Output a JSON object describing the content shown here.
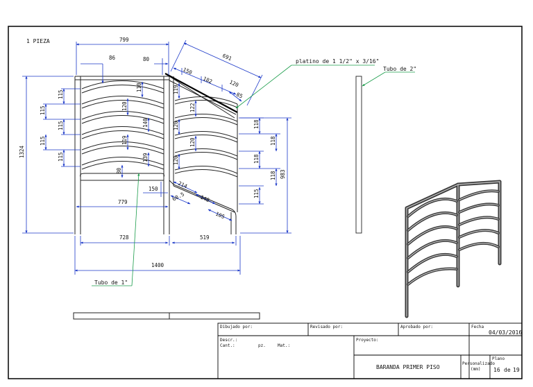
{
  "drawing": {
    "quantity_label": "1 PIEZA",
    "dims": {
      "d799": "799",
      "d691": "691",
      "d86": "86",
      "d80a": "80",
      "d150a": "150",
      "d182": "182",
      "d120a": "120",
      "d85": "85",
      "d115_1": "115",
      "d115_2": "115",
      "d115_3": "115",
      "d115_4": "115",
      "d115_5": "115",
      "d110a": "110",
      "d120b": "120",
      "d140a": "140",
      "d119a": "119",
      "d139": "139",
      "d80b": "80",
      "d119b": "119",
      "d122": "122",
      "d120c": "120",
      "d120d": "120",
      "d120e": "120",
      "d118a": "118",
      "d118b": "118",
      "d118c": "118",
      "d118d": "118",
      "d115r": "115",
      "d1324": "1324",
      "d983": "983",
      "d150b": "150",
      "d779": "779",
      "d214": "214",
      "d605": "60.5",
      "d140b": "140",
      "d105": "105",
      "d728": "728",
      "d519": "519",
      "d1400": "1400"
    },
    "callouts": {
      "platino": "platino de 1 1/2\" x 3/16\"",
      "tubo2": "Tubo de 2\"",
      "tubo1": "Tubo de 1\""
    }
  },
  "title_block": {
    "dibujado_label": "Dibujado por:",
    "revisado_label": "Revisado por:",
    "aprobado_label": "Aprobado por:",
    "fecha_label": "Fecha",
    "fecha_value": "04/03/2016",
    "descr_label": "Descr.:",
    "cant_label": "Cant.:",
    "pz_label": "pz.",
    "mat_label": "Mat.:",
    "proyecto_label": "Proyecto:",
    "title": "BARANDA PRIMER PISO",
    "scale_label": "Personalizado",
    "scale_unit": "(mm)",
    "plano_label": "Plano",
    "sheet_no": "16",
    "sheet_of": "de",
    "sheet_total": "19"
  }
}
